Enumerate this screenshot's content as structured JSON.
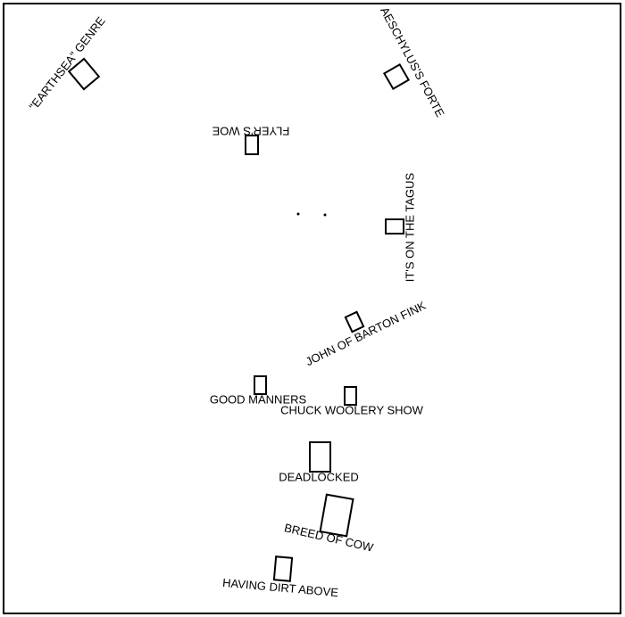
{
  "colors": {
    "ink": "#000000",
    "background": "#ffffff"
  },
  "clues": [
    {
      "id": "earthsea",
      "text": "\"EARTHSEA\" GENRE"
    },
    {
      "id": "aeschylus",
      "text": "AESCHYLUS'S FORTE"
    },
    {
      "id": "flyers",
      "text": "FLYER'S WOE"
    },
    {
      "id": "tagus",
      "text": "IT'S ON THE TAGUS"
    },
    {
      "id": "barton",
      "text": "JOHN OF BARTON FINK"
    },
    {
      "id": "manners",
      "text": "GOOD MANNERS"
    },
    {
      "id": "woolery",
      "text": "CHUCK WOOLERY SHOW"
    },
    {
      "id": "deadlocked",
      "text": "DEADLOCKED"
    },
    {
      "id": "breed",
      "text": "BREED OF COW"
    },
    {
      "id": "dirt",
      "text": "HAVING DIRT ABOVE"
    }
  ]
}
